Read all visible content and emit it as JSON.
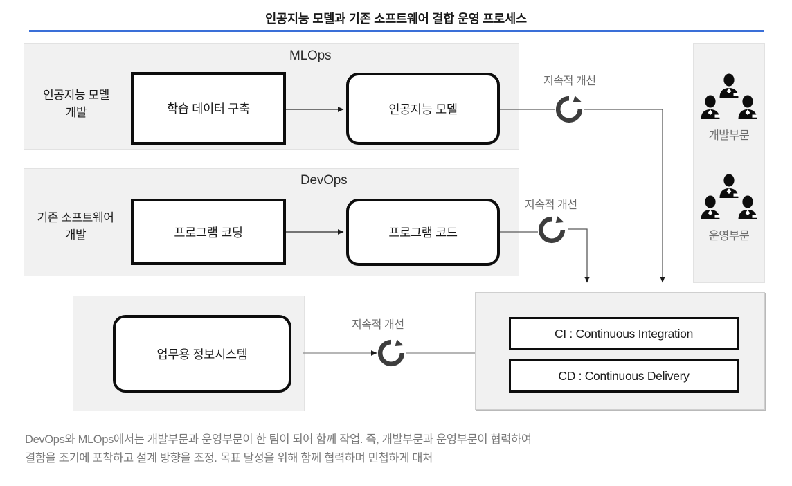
{
  "title": "인공지능 모델과 기존 소프트웨어 결합 운영 프로세스",
  "accent_color": "#3a6fd8",
  "panel_color": "#f1f1f1",
  "ink_color": "#0d0d0d",
  "muted_color": "#6e6e6e",
  "mlops": {
    "panel_title": "MLOps",
    "side_label_line1": "인공지능 모델",
    "side_label_line2": "개발",
    "step1": "학습 데이터 구축",
    "step2": "인공지능 모델",
    "loop_label": "지속적 개선",
    "loop_icon": "refresh-circular-arrow-icon"
  },
  "devops": {
    "panel_title": "DevOps",
    "side_label_line1": "기존 소프트웨어",
    "side_label_line2": "개발",
    "step1": "프로그램 코딩",
    "step2": "프로그램 코드",
    "loop_label": "지속적 개선",
    "loop_icon": "refresh-circular-arrow-icon"
  },
  "cicd": {
    "items": [
      "CI : Continuous Integration",
      "CD : Continuous Delivery"
    ]
  },
  "system": {
    "box_label": "업무용 정보시스템",
    "loop_label": "지속적 개선",
    "loop_icon": "refresh-circular-arrow-icon"
  },
  "teams": [
    {
      "label": "개발부문",
      "icon": "people-group-icon"
    },
    {
      "label": "운영부문",
      "icon": "people-group-icon"
    }
  ],
  "caption": {
    "line1": "DevOps와 MLOps에서는 개발부문과 운영부문이 한 팀이 되어 함께 작업. 즉, 개발부문과 운영부문이 협력하여",
    "line2": "결함을 조기에 포착하고 설계 방향을 조정. 목표 달성을 위해 함께 협력하며 민첩하게 대처"
  }
}
